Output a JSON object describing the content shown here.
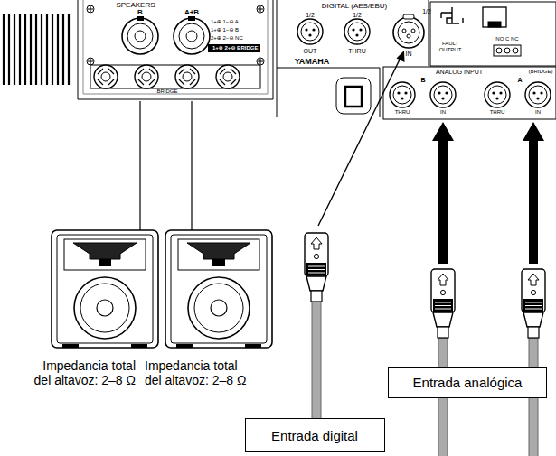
{
  "diagram": {
    "nodes": [
      {
        "text": [
          "Entrada digital"
        ]
      },
      {
        "text": [
          "Entrada analógica"
        ]
      }
    ],
    "labels": [
      "SPEAKERS",
      "B",
      "A+B",
      "1+⊕ 1−⊖ A",
      "1+⊕ 1−⊖ B",
      "2+⊕ 2−⊖ NC",
      "1+⊕ 2+⊖ BRIDGE",
      "BRIDGE",
      "DIGITAL (AES/EBU)",
      "1/2",
      "1/2",
      "1/2",
      "OUT",
      "THRU",
      "IN",
      "YAMAHA",
      "FAULT OUTPUT",
      "NO C NC",
      "ANALOG INPUT",
      "(BRIDGE)",
      "B",
      "A",
      "THRU",
      "IN",
      "THRU",
      "IN",
      "Impedancia total del altavoz: 2–8 Ω",
      "Impedancia total del altavoz: 2–8 Ω"
    ]
  }
}
